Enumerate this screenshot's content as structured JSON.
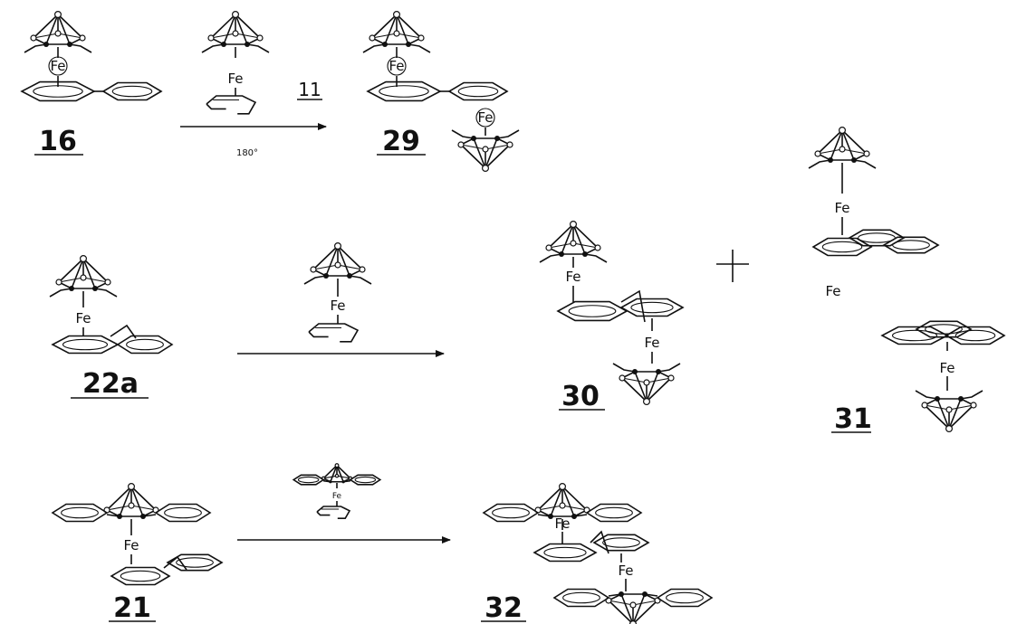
{
  "compounds": {
    "c16": "16",
    "c11": "11",
    "c29": "29",
    "c22a": "22a",
    "c30": "30",
    "c31": "31",
    "c21": "21",
    "c32": "32"
  },
  "metal": {
    "fe": "Fe"
  },
  "conditions": {
    "temp": "180°"
  }
}
